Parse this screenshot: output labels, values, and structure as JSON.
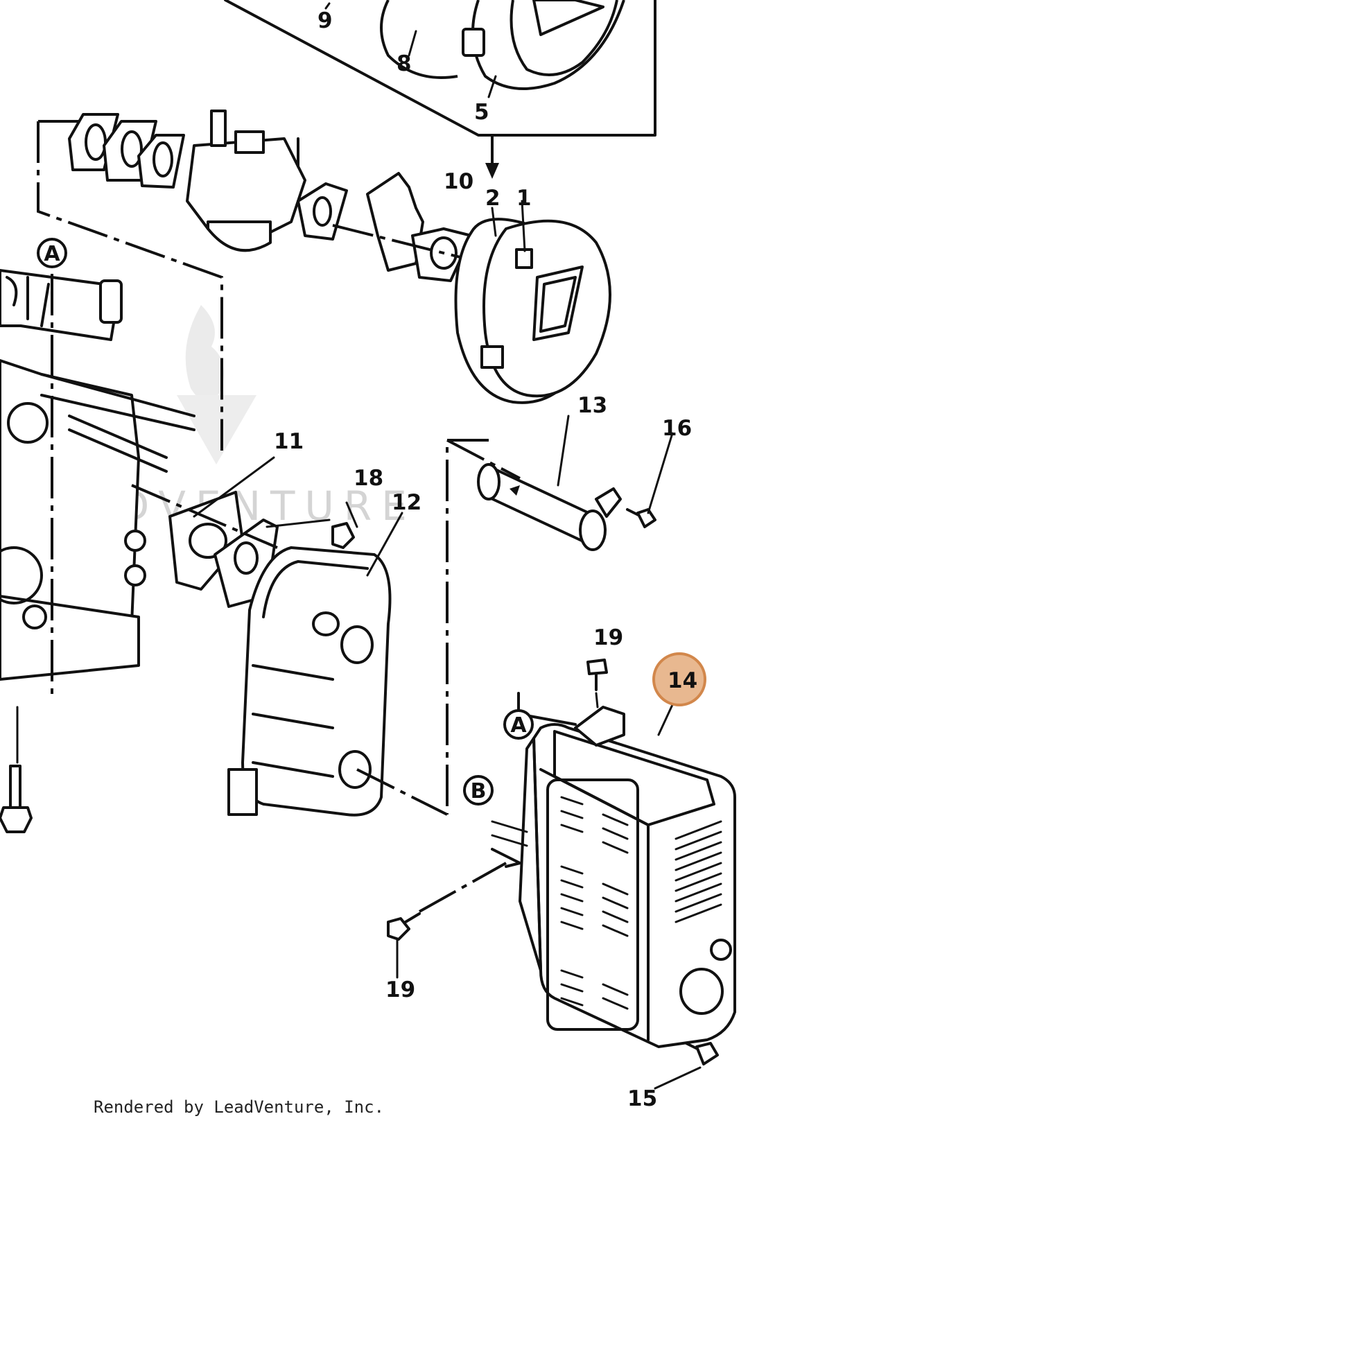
{
  "labels": {
    "p1": "1",
    "p2": "2",
    "p5": "5",
    "p8": "8",
    "p9": "9",
    "p10": "10",
    "p11": "11",
    "p12": "12",
    "p13": "13",
    "p14": "14",
    "p15": "15",
    "p16": "16",
    "p18": "18",
    "p19_top": "19",
    "p19_bottom": "19"
  },
  "markers": {
    "a_upper": "A",
    "a_lower": "A",
    "b": "B"
  },
  "watermark": "LEADVENTURE",
  "credit": "Rendered by LeadVenture, Inc.",
  "highlight": {
    "part": "14",
    "color": "#e8b890"
  }
}
